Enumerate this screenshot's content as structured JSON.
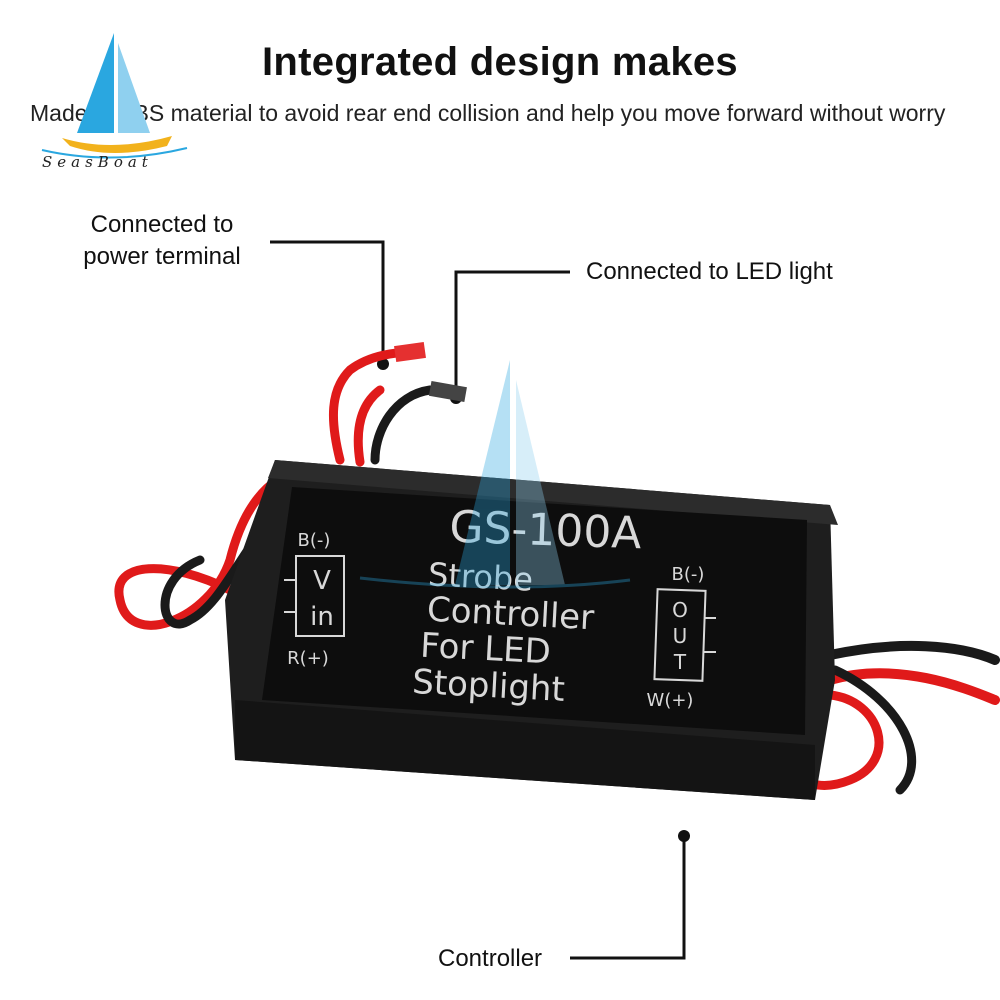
{
  "header": {
    "title": "Integrated design makes",
    "subtitle": "Made of ABS material to avoid rear end collision and help you move forward without worry"
  },
  "brand": {
    "name": "SeasBoat",
    "colors": {
      "sail": "#2aa7e0",
      "sail_light": "#8fd0ef",
      "hull": "#f2b21c"
    }
  },
  "callouts": {
    "power": "Connected to power terminal",
    "led": "Connected to LED light",
    "controller": "Controller"
  },
  "device": {
    "model": "GS-100A",
    "line1": "Strobe",
    "line2": "Controller",
    "line3": "For LED",
    "line4": "Stoplight",
    "left_top": "B(-)",
    "left_v": "V",
    "left_in": "in",
    "left_bottom": "R(+)",
    "right_top": "B(-)",
    "right_o": "O",
    "right_u": "U",
    "right_t": "T",
    "right_bottom": "W(+)",
    "colors": {
      "body": "#1e1e1e",
      "panel": "#0d0d0d",
      "wire_red": "#e01a1a",
      "wire_black": "#1a1a1a"
    }
  }
}
